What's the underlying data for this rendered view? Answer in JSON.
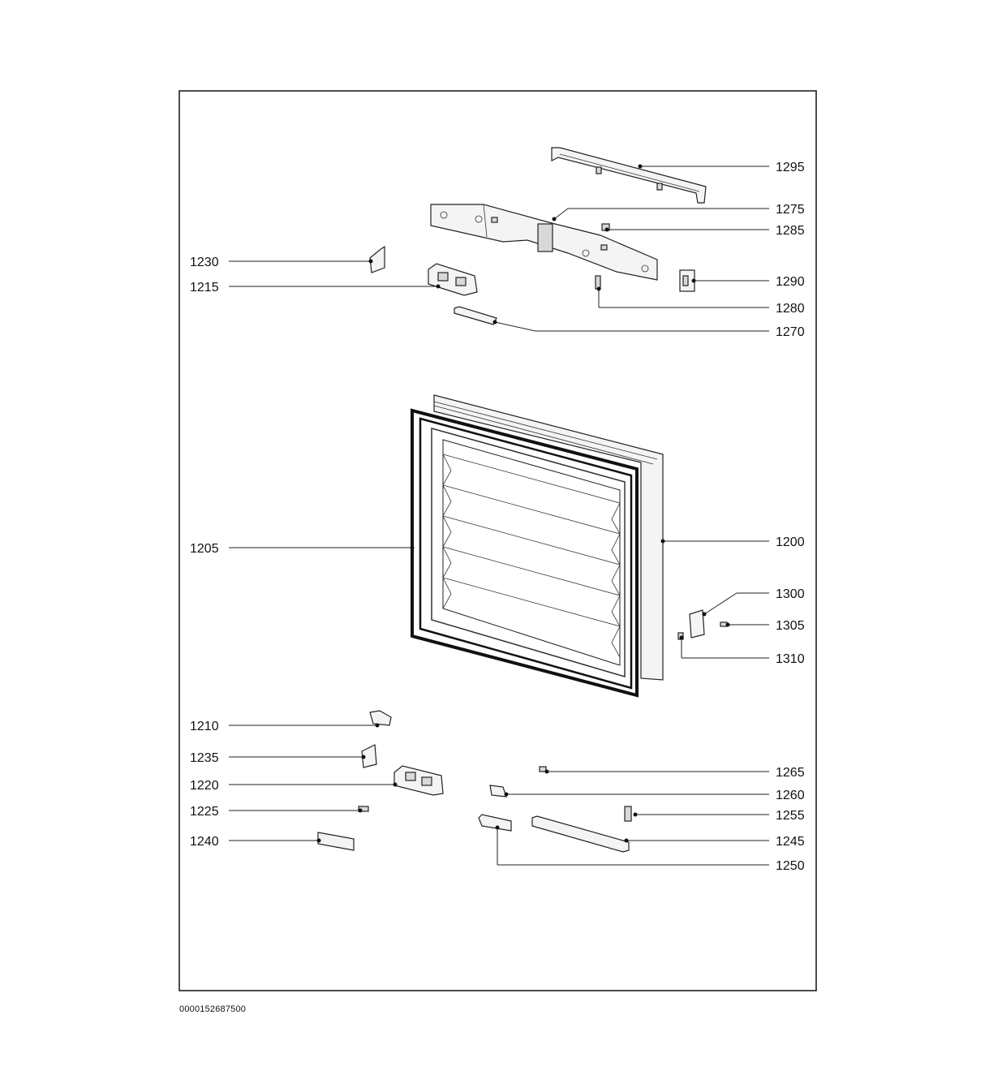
{
  "diagram": {
    "labels": {
      "p1295": "1295",
      "p1275": "1275",
      "p1285": "1285",
      "p1230": "1230",
      "p1215": "1215",
      "p1290": "1290",
      "p1280": "1280",
      "p1270": "1270",
      "p1205": "1205",
      "p1200": "1200",
      "p1300": "1300",
      "p1305": "1305",
      "p1310": "1310",
      "p1210": "1210",
      "p1235": "1235",
      "p1265": "1265",
      "p1220": "1220",
      "p1260": "1260",
      "p1225": "1225",
      "p1255": "1255",
      "p1240": "1240",
      "p1245": "1245",
      "p1250": "1250"
    }
  },
  "document_number": "0000152687500"
}
